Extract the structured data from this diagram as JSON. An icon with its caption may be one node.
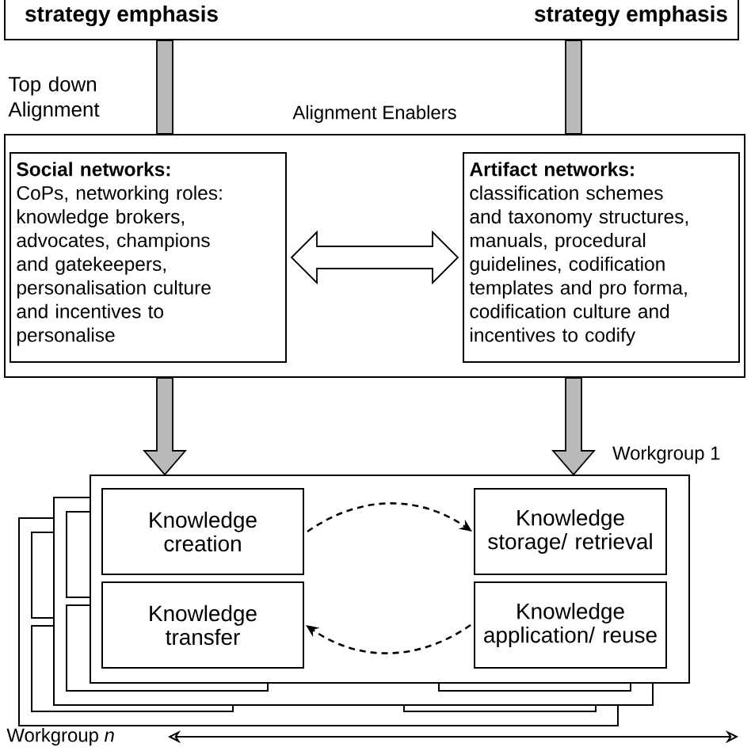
{
  "diagram": {
    "nodes": [
      {
        "text": [
          "strategy emphasis",
          "strategy emphasis"
        ]
      },
      {
        "text": [
          "Alignment Enablers"
        ]
      },
      {
        "text": [
          "Social networks:",
          "CoPs, networking roles: knowledge brokers, advocates, champions and gatekeepers, personalisation culture and incentives to personalise"
        ],
        "in": 1
      },
      {
        "text": [
          "Artifact networks:",
          "classification schemes and taxonomy structures, manuals, procedural guidelines, codification templates and pro forma, codification culture and incentives to codify"
        ],
        "in": 1
      },
      {
        "text": [
          "Workgroup 1"
        ]
      },
      {
        "text": [
          "Knowledge creation"
        ],
        "in": 4
      },
      {
        "text": [
          "Knowledge storage/ retrieval"
        ],
        "in": 4
      },
      {
        "text": [
          "Knowledge transfer"
        ],
        "in": 4
      },
      {
        "text": [
          "Knowledge application/ reuse"
        ],
        "in": 4
      }
    ],
    "edges": [
      {
        "from": 0,
        "to": 1,
        "arrow": "none",
        "style": "thick"
      },
      {
        "from": 0,
        "to": 1,
        "arrow": "none",
        "style": "thick"
      },
      {
        "from": 1,
        "to": 4,
        "arrow": "to",
        "style": "thick"
      },
      {
        "from": 1,
        "to": 4,
        "arrow": "to",
        "style": "thick"
      },
      {
        "from": 2,
        "to": 3,
        "arrow": "both"
      },
      {
        "from": 5,
        "to": 6,
        "arrow": "to",
        "style": "dashed"
      },
      {
        "from": 8,
        "to": 7,
        "arrow": "to",
        "style": "dashed"
      }
    ],
    "labels": [
      "Top down Alignment",
      "Workgroup *n*"
    ]
  }
}
